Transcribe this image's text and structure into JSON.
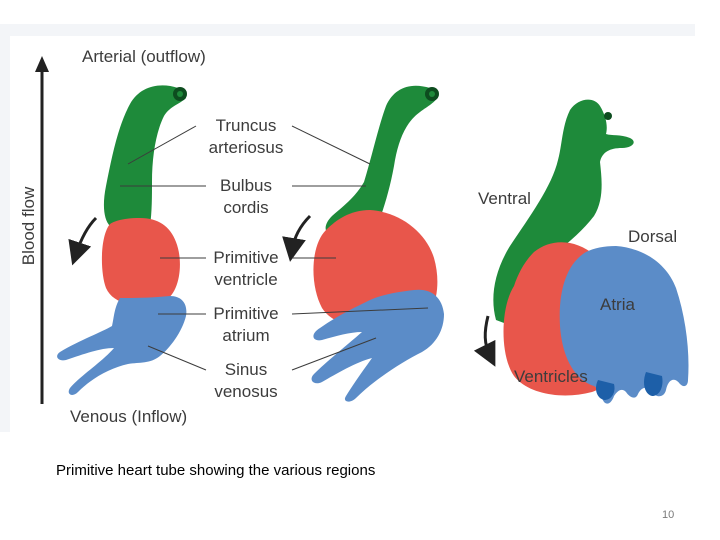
{
  "diagram": {
    "colors": {
      "truncus": "#1e8a3a",
      "ventricle": "#e8564b",
      "atrium": "#5b8cc8",
      "dark_blue": "#1d5fa8",
      "lines": "#3c3c3c"
    },
    "axis_label": "Blood flow",
    "top_label": "Arterial (outflow)",
    "bottom_label": "Venous (Inflow)",
    "regions": {
      "truncus_1": "Truncus",
      "truncus_2": "arteriosus",
      "bulbus_1": "Bulbus",
      "bulbus_2": "cordis",
      "ventricle_1": "Primitive",
      "ventricle_2": "ventricle",
      "atrium_1": "Primitive",
      "atrium_2": "atrium",
      "sinus_1": "Sinus",
      "sinus_2": "venosus"
    },
    "orientation": {
      "ventral": "Ventral",
      "dorsal": "Dorsal",
      "atria": "Atria",
      "ventricles": "Ventricles"
    }
  },
  "caption": "Primitive heart tube showing the various regions",
  "page_number": "10"
}
